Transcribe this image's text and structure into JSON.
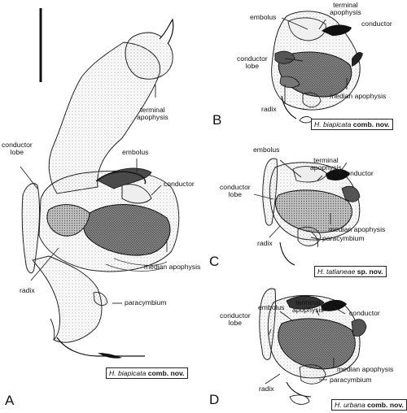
{
  "figure": {
    "panels": [
      {
        "letter": "A",
        "caption": {
          "species": "H. biapicata",
          "status": "comb. nov."
        },
        "labels": {
          "terminal_apophysis": "terminal\napophysis",
          "conductor_lobe": "conductor\nlobe",
          "embolus": "embolus",
          "conductor": "conductor",
          "median_apophysis": "median apophysis",
          "radix": "radix",
          "paracymbium": "paracymbium"
        }
      },
      {
        "letter": "B",
        "caption": {
          "species": "H. biapicata",
          "status": "comb. nov."
        },
        "labels": {
          "embolus": "embolus",
          "terminal_apophysis": "terminal\napophysis",
          "conductor": "conductor",
          "conductor_lobe": "conductor\nlobe",
          "radix": "radix",
          "median_apophysis": "median apophysis"
        }
      },
      {
        "letter": "C",
        "caption": {
          "species": "H. tatlaneae",
          "status": "sp. nov."
        },
        "labels": {
          "embolus": "embolus",
          "terminal_apophysis": "terminal\napophysis",
          "conductor": "conductor",
          "conductor_lobe": "conductor\nlobe",
          "median_apophysis": "median apophysis",
          "radix": "radix",
          "paracymbium": "paracymbium"
        }
      },
      {
        "letter": "D",
        "caption": {
          "species": "H. urbana",
          "status": "comb. nov."
        },
        "labels": {
          "embolus": "embolus",
          "terminal_apophysis": "terminal\napophysis",
          "conductor": "conductor",
          "conductor_lobe": "conductor\nlobe",
          "median_apophysis": "median apophysis",
          "radix": "radix",
          "paracymbium": "paracymbium"
        }
      }
    ]
  }
}
